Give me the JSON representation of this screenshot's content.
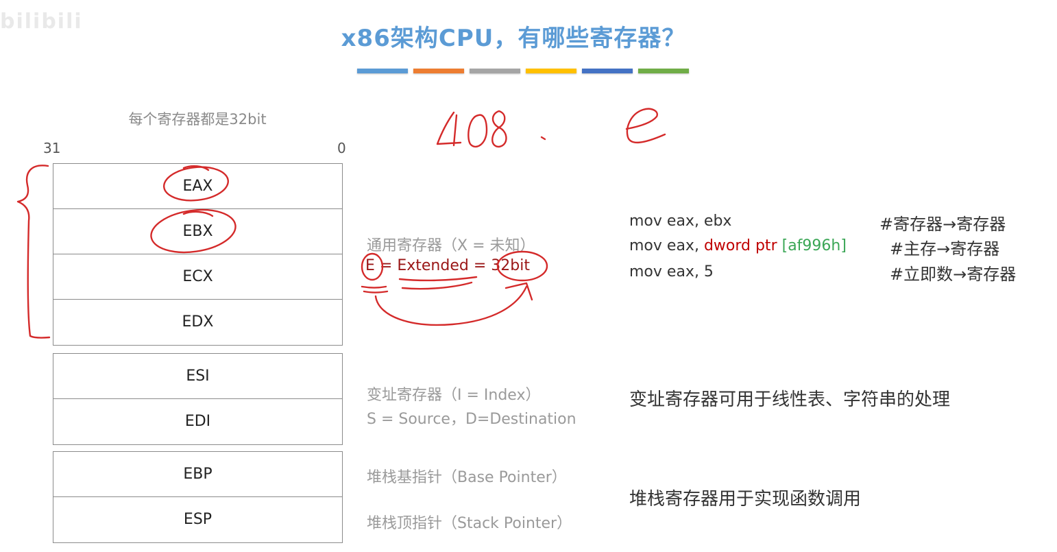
{
  "watermark": "bilibili",
  "title": "x86架构CPU，有哪些寄存器？",
  "stripe_colors": [
    "#5b9bd5",
    "#ed7d31",
    "#a5a5a5",
    "#ffc000",
    "#4472c4",
    "#70ad47"
  ],
  "register_diagram": {
    "caption": "每个寄存器都是32bit",
    "bit_high": "31",
    "bit_low": "0",
    "general": [
      "EAX",
      "EBX",
      "ECX",
      "EDX"
    ],
    "index": [
      "ESI",
      "EDI"
    ],
    "stack": [
      "EBP",
      "ESP"
    ]
  },
  "general_desc": {
    "line1": "通用寄存器（X = 未知）",
    "e": "E",
    "eq1": " = ",
    "extended": "Extended",
    "eq2": " = ",
    "bits": "32bit"
  },
  "code_examples": [
    {
      "code": "mov eax, ebx",
      "comment": "#寄存器→寄存器"
    },
    {
      "code_prefix": "mov eax, ",
      "code_red": "dword ptr ",
      "code_green": "[af996h]",
      "comment": "#主存→寄存器"
    },
    {
      "code": "mov eax, 5",
      "comment": "#立即数→寄存器"
    }
  ],
  "index_desc": {
    "line1": "变址寄存器（I = Index）",
    "line2": "S = Source，D=Destination",
    "note": "变址寄存器可用于线性表、字符串的处理"
  },
  "stack_desc": {
    "ebp": "堆栈基指针（Base Pointer）",
    "esp": "堆栈顶指针（Stack Pointer）",
    "note": "堆栈寄存器用于实现函数调用"
  },
  "handwriting": {
    "number": "408",
    "letter": "e",
    "ink_color": "#d42a2a"
  }
}
